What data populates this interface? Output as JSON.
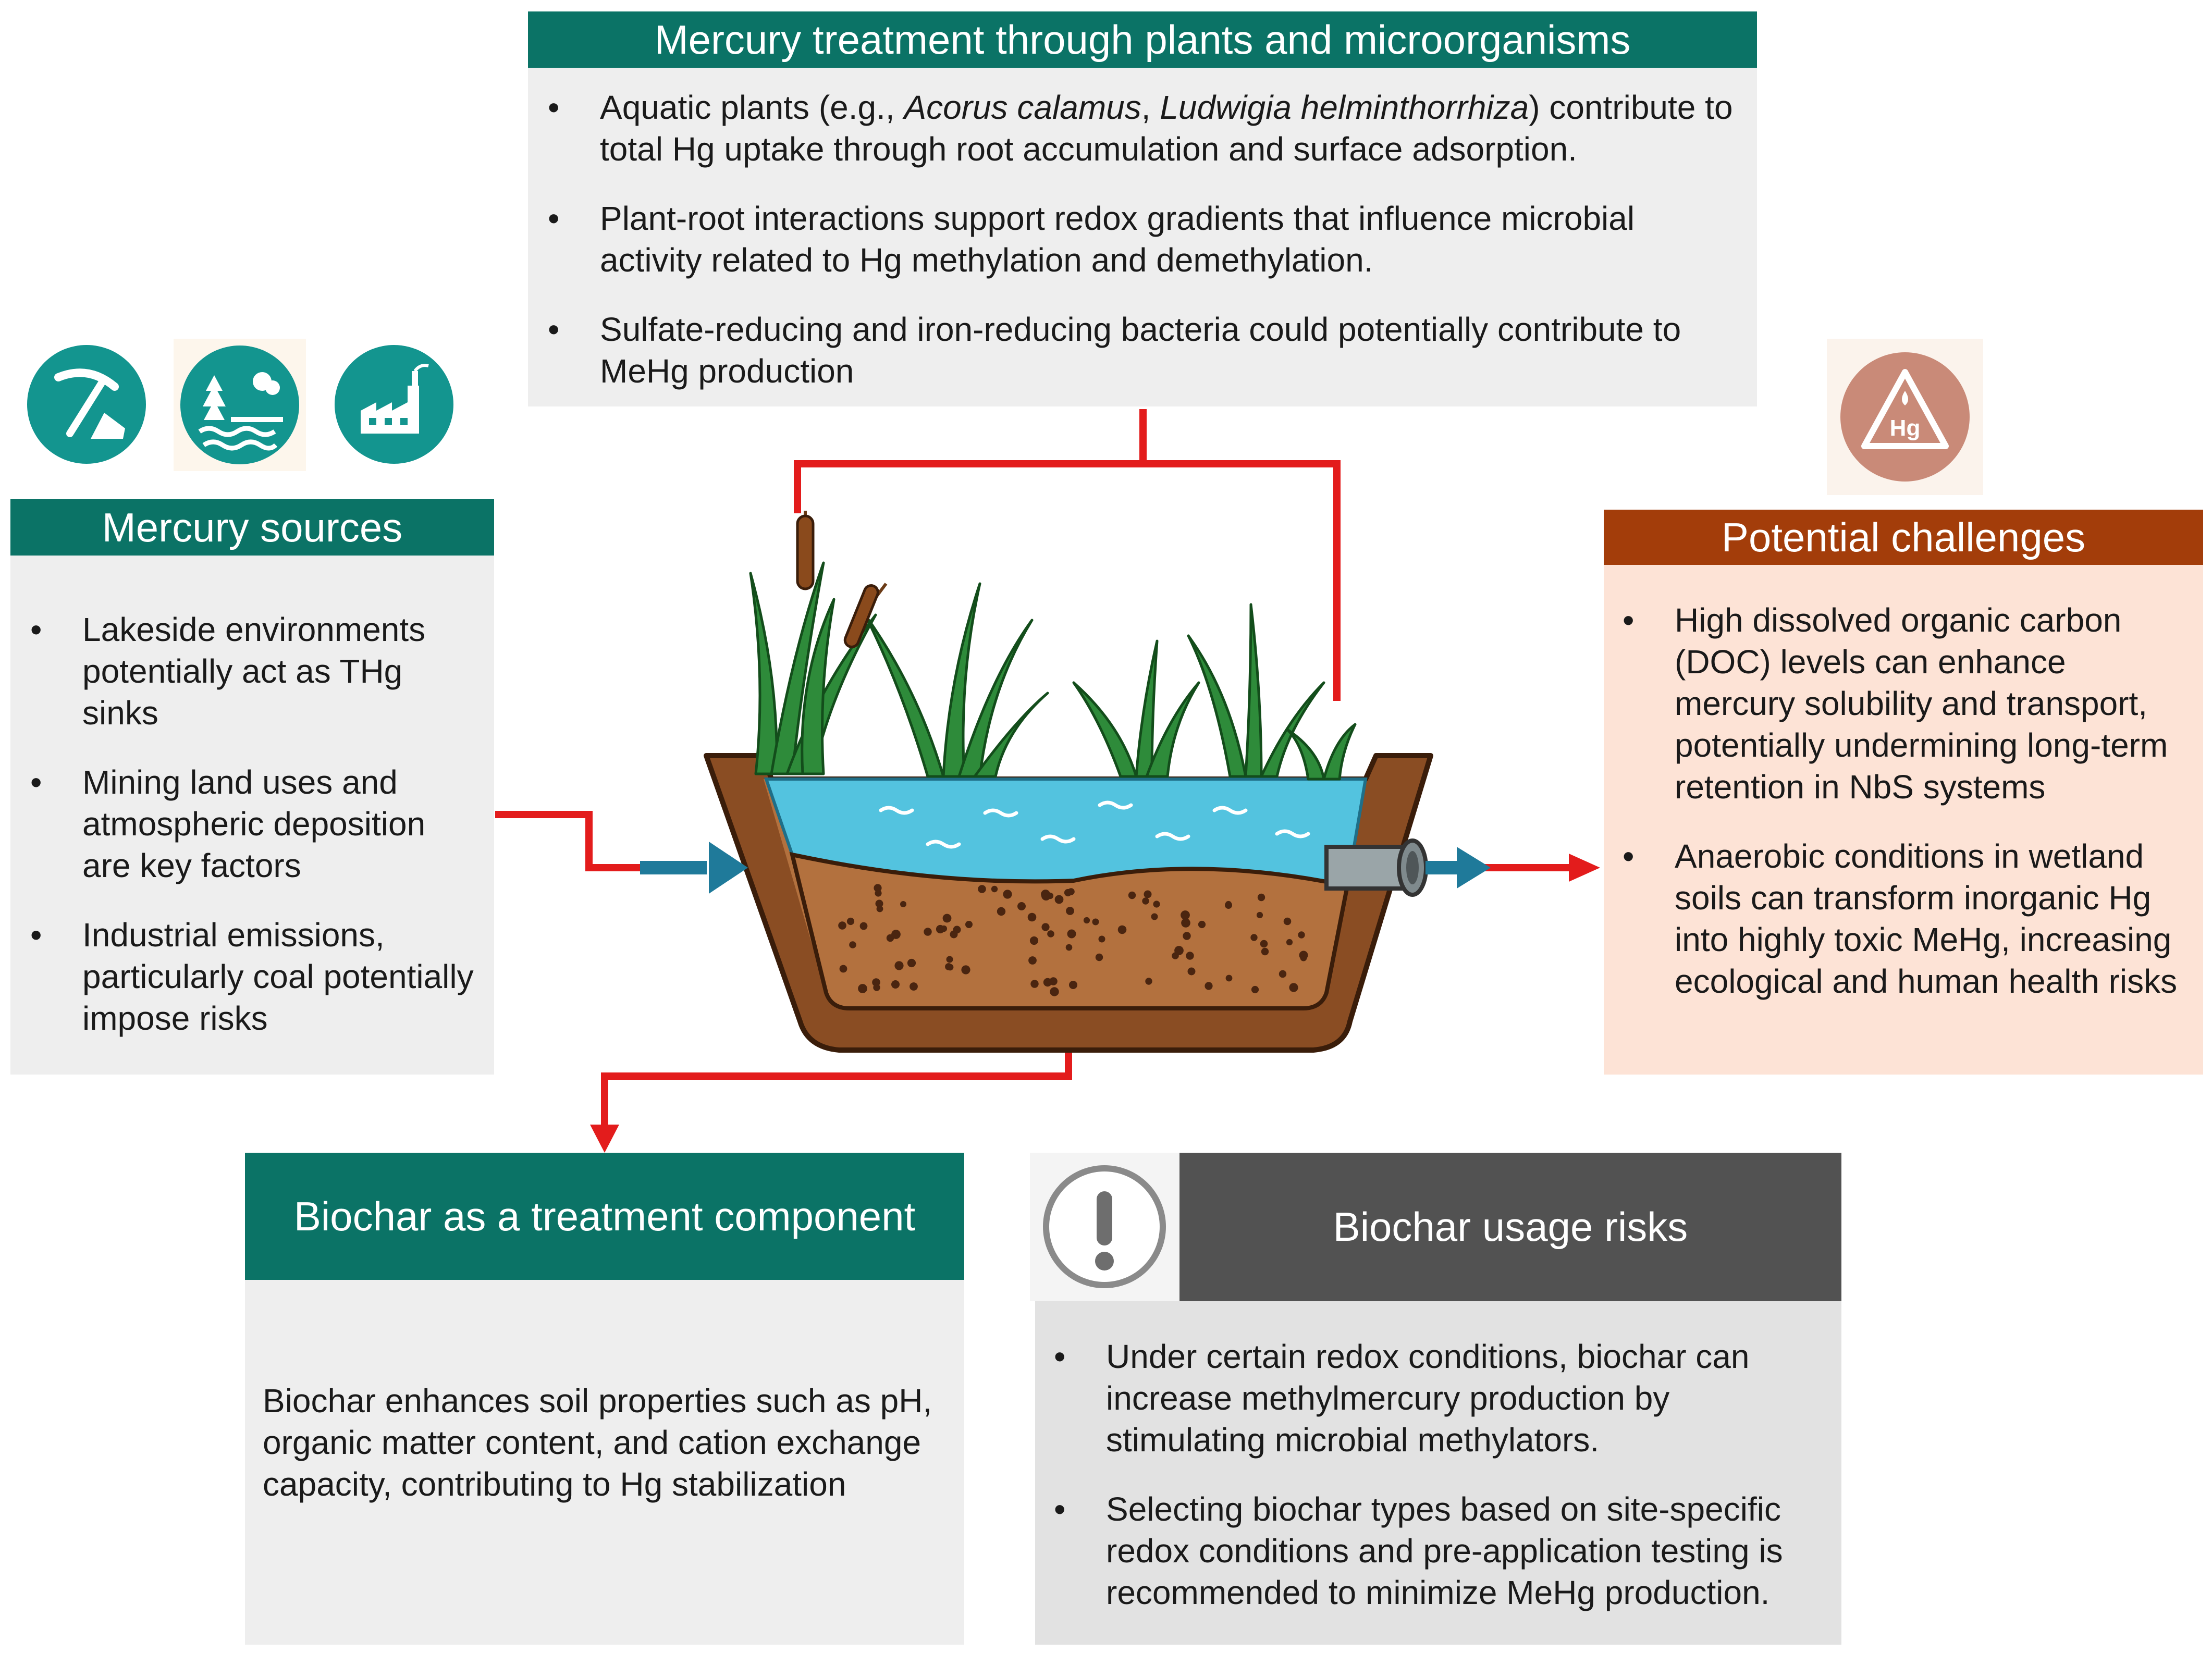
{
  "treatment": {
    "title": "Mercury treatment through plants and microorganisms",
    "bullets": [
      {
        "pre": "Aquatic plants (e.g., ",
        "em1": "Acorus calamus",
        "mid": ", ",
        "em2": "Ludwigia helminthorrhiza",
        "post": ") contribute to total Hg uptake through root accumulation and surface adsorption."
      },
      {
        "text": "Plant-root interactions support redox gradients that influence microbial activity related to Hg methylation and demethylation."
      },
      {
        "text": "Sulfate-reducing and iron-reducing bacteria could potentially contribute to MeHg production"
      }
    ]
  },
  "sources": {
    "title": "Mercury sources",
    "bullets": [
      "Lakeside environments potentially act as THg sinks",
      "Mining land uses and atmospheric deposition are key factors",
      "Industrial emissions, particularly coal potentially impose risks"
    ],
    "icons": [
      "mining-icon",
      "lakeside-icon",
      "factory-icon"
    ]
  },
  "challenges": {
    "title": "Potential challenges",
    "bullets": [
      "High dissolved organic carbon (DOC) levels can enhance mercury solubility and transport, potentially undermining long-term retention in NbS systems",
      "Anaerobic conditions in wetland soils can transform inorganic Hg into highly toxic MeHg, increasing ecological and human health risks"
    ],
    "icon": "mercury-hazard-icon",
    "icon_label": "Hg"
  },
  "biochar": {
    "title": "Biochar as a treatment component",
    "body": "Biochar enhances soil properties such as pH, organic matter content, and cation exchange capacity, contributing to Hg stabilization"
  },
  "risks": {
    "title": "Biochar usage risks",
    "icon": "warning-icon",
    "bullets": [
      "Under certain redox conditions, biochar can increase methylmercury production by stimulating microbial methylators.",
      "Selecting biochar types based on site-specific redox conditions and pre-application testing is recommended to minimize MeHg production."
    ]
  },
  "colors": {
    "teal": "#0b7366",
    "icon_teal": "#13958f",
    "rust": "#a33d0a",
    "challenge_bg": "#fde3d6",
    "panel_grey": "#eeeeee",
    "dark_grey": "#525252",
    "red_line": "#e31c1c",
    "arrow_blue": "#1f7a9a",
    "hg_badge": "#c98a78"
  }
}
